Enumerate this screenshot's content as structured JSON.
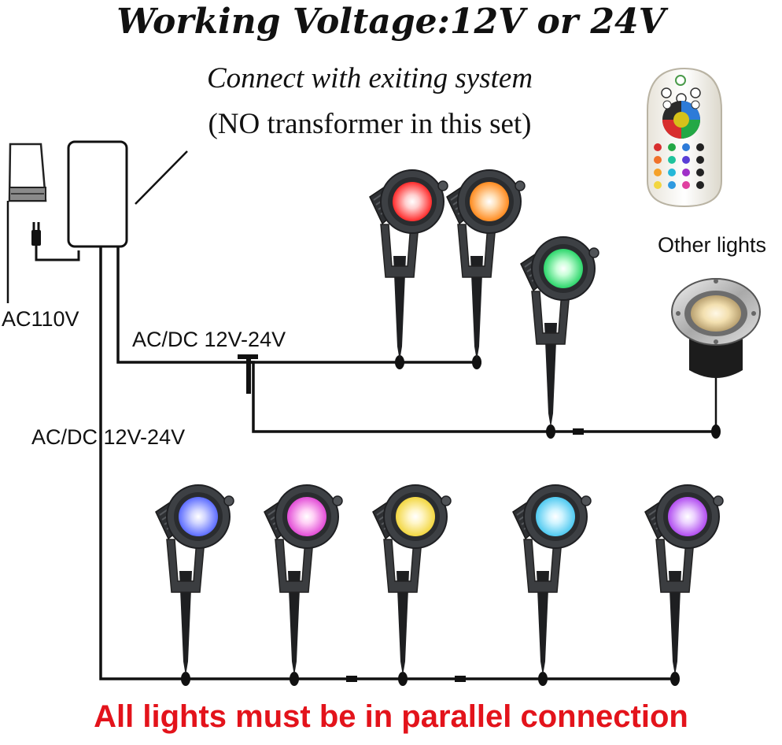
{
  "title": "Working Voltage:12V or 24V",
  "subtitle_line1": "Connect with exiting system",
  "subtitle_line2": "(NO transformer in this set)",
  "label_ac110v": "AC110V",
  "label_acdc_upper": "AC/DC 12V-24V",
  "label_acdc_lower": "AC/DC 12V-24V",
  "label_other_lights": "Other lights",
  "footer": "All lights must be in parallel connection",
  "colors": {
    "footer_text": "#e3131b",
    "wire": "#111111",
    "light_body": "#3b3d40",
    "lights_upper": [
      "#ff2a2a",
      "#ff8a1e",
      "#2bd66a"
    ],
    "lights_lower": [
      "#5b6bff",
      "#e24bd6",
      "#f2d640",
      "#4ec9f0",
      "#b14cf0"
    ]
  },
  "icons": [
    "outlet-icon",
    "power-plug-icon",
    "transformer-box-icon",
    "remote-control-icon",
    "spotlight-icon",
    "inground-light-icon"
  ]
}
